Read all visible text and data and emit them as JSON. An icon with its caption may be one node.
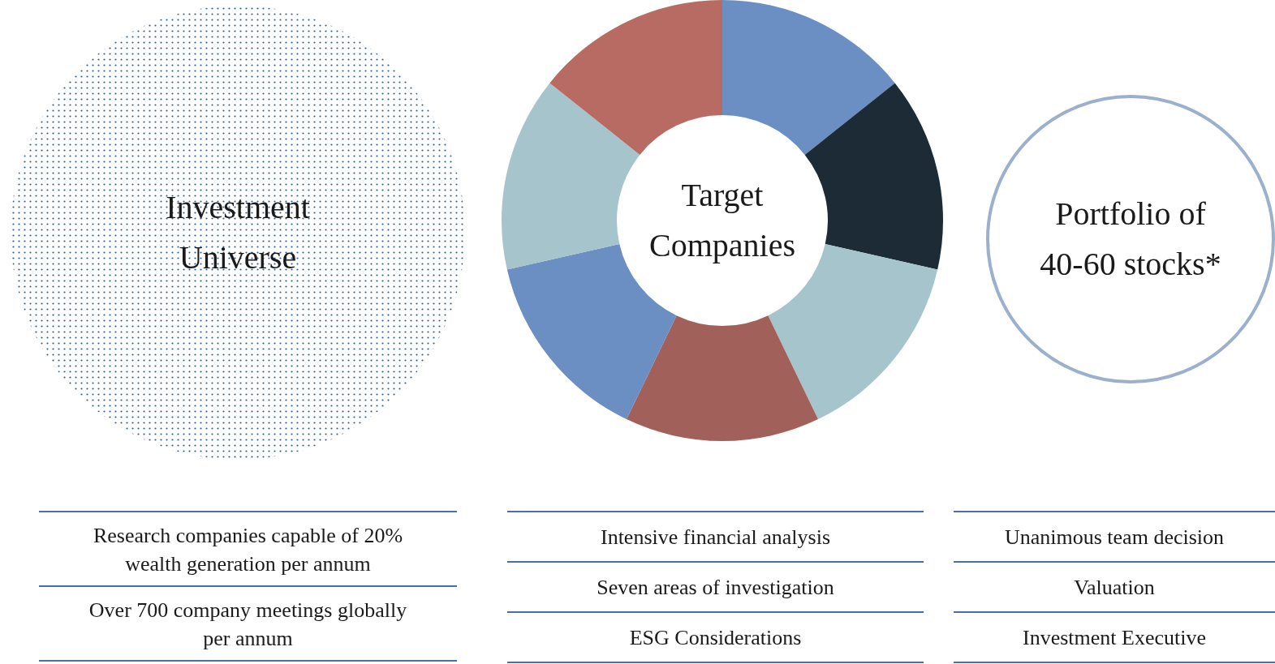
{
  "diagram": {
    "nodes": [
      {
        "text": [
          "Investment Universe"
        ]
      },
      {
        "text": [
          "Target Companies"
        ]
      },
      {
        "text": [
          "Portfolio of 40-60 stocks*"
        ]
      }
    ],
    "labels": [
      "Research companies capable of 20% wealth generation per annum",
      "Over 700 company meetings globally per annum",
      "Intensive financial analysis",
      "Seven areas of investigation",
      "ESG Considerations",
      "Unanimous team decision",
      "Valuation",
      "Investment Executive"
    ]
  }
}
